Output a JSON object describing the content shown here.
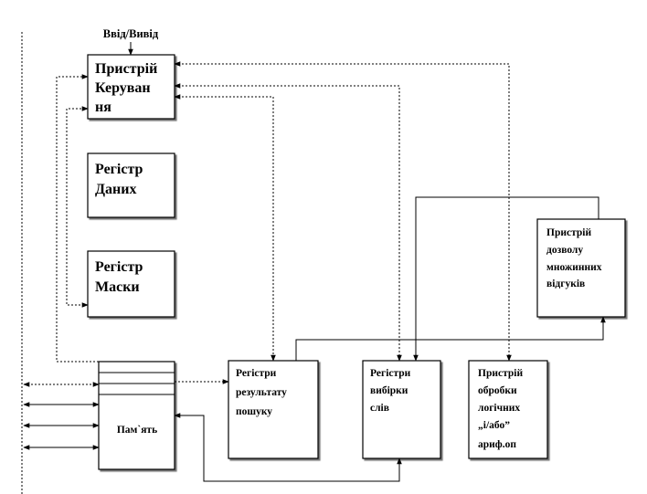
{
  "diagram": {
    "io_label": "Ввід/Вивід",
    "blocks": {
      "control_unit": [
        "Пристрій",
        "Керуван",
        "ня"
      ],
      "data_register": [
        "Регістр",
        "Даних"
      ],
      "mask_register": [
        "Регістр",
        "Маски"
      ],
      "memory": [
        "Пам`ять"
      ],
      "search_result_registers": [
        "Регістри",
        "результату",
        "пошуку"
      ],
      "word_select_registers": [
        "Регістри",
        "вибірки",
        "слів"
      ],
      "logic_arith_processor": [
        "Пристрій",
        "обробки",
        "логічних",
        "„і/або”",
        "ариф.оп"
      ],
      "multiple_response_resolver": [
        "Пристрій",
        "дозволу",
        "множинних",
        "відгуків"
      ]
    }
  }
}
